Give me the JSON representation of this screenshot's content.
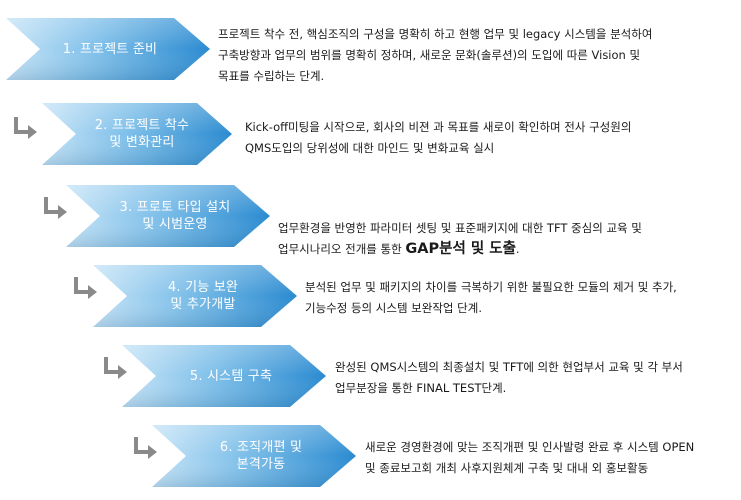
{
  "colors": {
    "chevron_light": "#bfe0f5",
    "chevron_dark": "#2f8fd3",
    "arrow_gray": "#8a8a8a",
    "text": "#1a1a1a"
  },
  "steps": [
    {
      "label": "1. 프로젝트 준비",
      "desc": "프로젝트 착수 전, 핵심조직의 구성을 명확히 하고 현행 업무 및 legacy 시스템을 분석하여\n구축방향과  업무의 범위를 명확히 정하며, 새로운 문화(솔루션)의 도입에 따른 Vision 및\n목표를 수립하는 단계."
    },
    {
      "label": "2. 프로젝트 착수\n및 변화관리",
      "desc": "Kick-off미팅을 시작으로, 회사의 비젼 과 목표를 새로이 확인하며 전사 구성원의\nQMS도입의 당위성에 대한 마인드 및 변화교육 실시"
    },
    {
      "label": "3. 프로토 타입 설치\n및 시범운영",
      "desc_line1": "업무환경을 반영한 파라미터 셋팅 및 표준패키지에 대한 TFT 중심의 교육 및",
      "desc_line2_prefix": "업무시나리오 전개를 통한 ",
      "desc_line2_emph": "GAP분석 및 도출",
      "desc_line2_suffix": "."
    },
    {
      "label": "4. 기능 보완\n및 추가개발",
      "desc": "분석된 업무 및 패키지의 차이를 극복하기 위한 불필요한 모듈의 제거 및 추가,\n기능수정 등의 시스템 보완작업 단계."
    },
    {
      "label": "5. 시스템 구축",
      "desc": "완성된 QMS시스템의 최종설치 및 TFT에 의한 현업부서 교육 및 각 부서\n업무분장을 통한 FINAL TEST단계."
    },
    {
      "label": "6. 조직개편 및\n본격가동",
      "desc": "새로운 경영환경에 맞는 조직개편 및 인사발령 완료 후 시스템 OPEN\n및 종료보고회 개최 사후지원체계 구축 및 대내 외 홍보활동"
    }
  ]
}
